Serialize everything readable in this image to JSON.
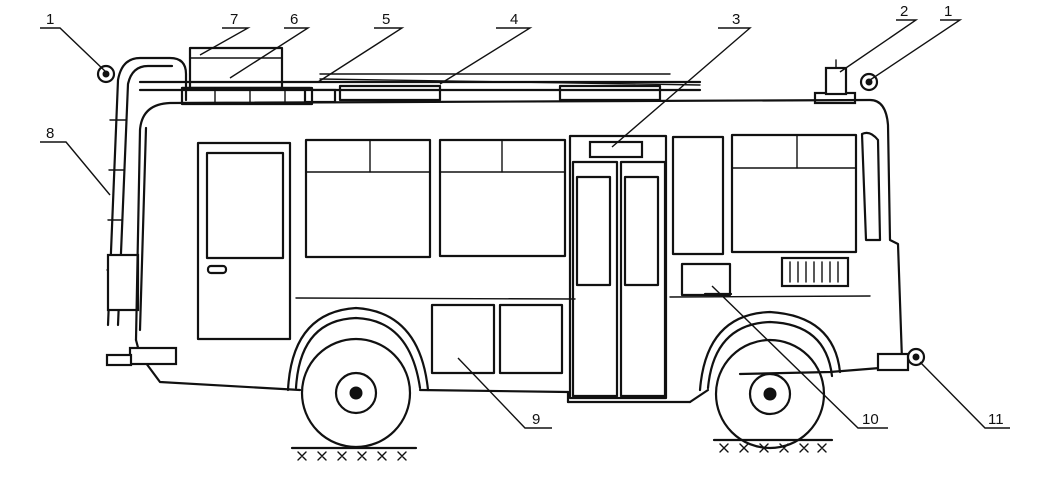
{
  "callouts": [
    {
      "id": "1",
      "label": "1"
    },
    {
      "id": "7",
      "label": "7"
    },
    {
      "id": "6",
      "label": "6"
    },
    {
      "id": "5",
      "label": "5"
    },
    {
      "id": "4",
      "label": "4"
    },
    {
      "id": "3",
      "label": "3"
    },
    {
      "id": "2",
      "label": "2"
    },
    {
      "id": "1b",
      "label": "1"
    },
    {
      "id": "8",
      "label": "8"
    },
    {
      "id": "9",
      "label": "9"
    },
    {
      "id": "10",
      "label": "10"
    },
    {
      "id": "11",
      "label": "11"
    }
  ]
}
